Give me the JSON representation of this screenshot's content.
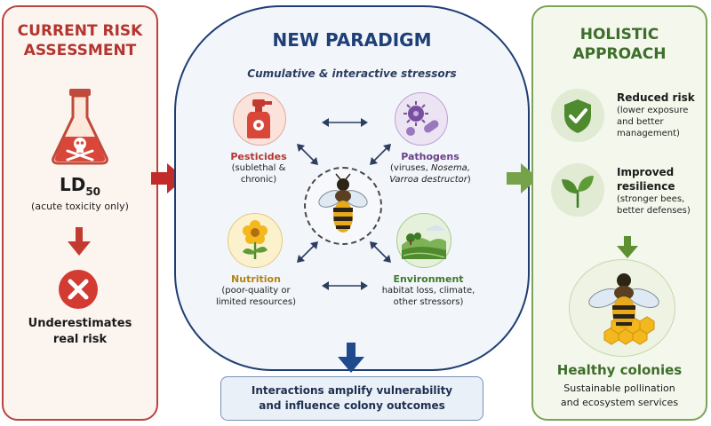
{
  "left": {
    "title_line1": "CURRENT RISK",
    "title_line2": "ASSESSMENT",
    "ld": "LD",
    "ld_sub": "50",
    "ld_note": "(acute toxicity only)",
    "result_line1": "Underestimates",
    "result_line2": "real risk",
    "colors": {
      "accent": "#b3352f"
    },
    "icons": [
      "flask-skull-icon",
      "down-arrow-icon",
      "x-circle-icon"
    ]
  },
  "middle": {
    "title": "NEW PARADIGM",
    "subtitle": "Cumulative & interactive stressors",
    "pesticides": {
      "label": "Pesticides",
      "line1": "(sublethal &",
      "line2": "chronic)"
    },
    "pathogens": {
      "label": "Pathogens",
      "line1_pre": "(viruses, ",
      "line1_italic": "Nosema,",
      "line2_italic": "Varroa destructor",
      "line2_post": ")"
    },
    "nutrition": {
      "label": "Nutrition",
      "line1": "(poor-quality or",
      "line2": "limited resources)"
    },
    "environment": {
      "label": "Environment",
      "line1": "habitat loss, climate,",
      "line2": "other stressors)"
    },
    "bottom_line1": "Interactions amplify vulnerability",
    "bottom_line2": "and influence colony outcomes",
    "colors": {
      "accent": "#1f3f77",
      "pesticides": "#b3352f",
      "pathogens": "#6a3f86",
      "nutrition": "#b2850f",
      "environment": "#3e7a2c"
    },
    "icons": [
      "spray-bottle-icon",
      "virus-icon",
      "bee-icon",
      "flower-icon",
      "landscape-icon",
      "double-arrow-icon",
      "down-arrow-icon"
    ]
  },
  "right": {
    "title_line1": "HOLISTIC",
    "title_line2": "APPROACH",
    "item1_title": "Reduced risk",
    "item1_line1": "(lower exposure",
    "item1_line2": "and better",
    "item1_line3": "management)",
    "item2_title_line1": "Improved",
    "item2_title_line2": "resilience",
    "item2_line1": "(stronger bees,",
    "item2_line2": "better defenses)",
    "result_title": "Healthy colonies",
    "result_line1": "Sustainable pollination",
    "result_line2": "and ecosystem services",
    "colors": {
      "accent": "#3d6e2a"
    },
    "icons": [
      "shield-check-icon",
      "leaves-icon",
      "bee-honeycomb-icon",
      "down-arrow-icon"
    ]
  }
}
